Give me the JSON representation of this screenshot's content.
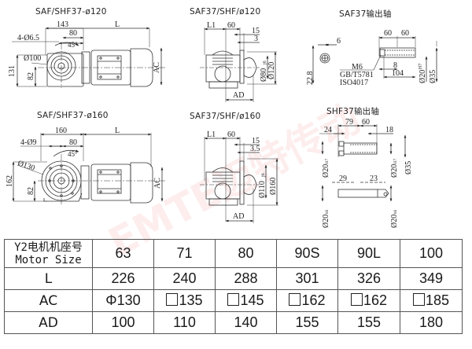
{
  "views": {
    "saf_shf37_120": {
      "title": "SAF/SHF37-ø120",
      "dims": {
        "w1": "143",
        "w2": "L",
        "bolt": "4-Ø6.5",
        "bolt_span": "80",
        "angle": "45°",
        "pcd": "Ø100",
        "h_total": "131",
        "h_axis": "82",
        "ac": "AC"
      }
    },
    "saf_shf37_160": {
      "title": "SAF/SHF37-ø160",
      "dims": {
        "w1": "160",
        "w2": "L",
        "bolt": "4-Ø9",
        "bolt_span": "80",
        "angle": "45°",
        "pcd": "Ø130",
        "h_total": "162",
        "h_axis": "82",
        "ac": "AC"
      }
    },
    "saf37_shf_120": {
      "title": "SAF37/SHF/ø120",
      "dims": {
        "l1": "L1",
        "d60": "60",
        "d15": "15",
        "d3": "3",
        "spigot": "Ø80",
        "spigot_tol": "j6",
        "flange": "Ø120",
        "ad": "AD"
      }
    },
    "saf37_shf_160": {
      "title": "SAF37/SHF/ø160",
      "dims": {
        "l1": "L1",
        "d60": "60",
        "d15": "15",
        "d35": "3.5",
        "spigot": "Ø110",
        "spigot_tol": "j6",
        "flange": "Ø160",
        "ad": "AD"
      }
    },
    "saf37_shaft": {
      "title": "SAF37输出轴",
      "dims": {
        "key": "6",
        "height": "22.8",
        "thread": "M6",
        "std1": "GB/T5781",
        "std2": "ISO4017",
        "a60": "60",
        "b60": "60",
        "d8": "8",
        "d104": "104",
        "bore": "Ø20",
        "bore_tol": "H7",
        "outer": "Ø35"
      }
    },
    "shf37_shaft": {
      "title": "SHF37输出轴",
      "dims": {
        "d79": "79",
        "d60": "60",
        "d24": "24",
        "d18": "18",
        "bore_l": "Ø20",
        "bore_l_tol": "H7",
        "bore_r": "Ø20",
        "bore_r_tol": "H7",
        "outer": "Ø35",
        "d29": "29",
        "d23": "23",
        "shaft_l": "Ø20",
        "shaft_l_tol": "h6",
        "shaft_r": "Ø20",
        "shaft_r_tol": "h6"
      }
    }
  },
  "watermark": "EMTE迈特传动",
  "table": {
    "header_cn": "Y2电机机座号",
    "header_en": "Motor Size",
    "columns": [
      "63",
      "71",
      "80",
      "90S",
      "90L",
      "100"
    ],
    "rows": [
      {
        "label": "L",
        "values": [
          "226",
          "240",
          "288",
          "301",
          "326",
          "349"
        ]
      },
      {
        "label": "AC",
        "values": [
          "Φ130",
          "135",
          "145",
          "162",
          "162",
          "185"
        ],
        "shapes": [
          "round",
          "square",
          "square",
          "square",
          "square",
          "square"
        ]
      },
      {
        "label": "AD",
        "values": [
          "100",
          "110",
          "140",
          "155",
          "155",
          "180"
        ]
      }
    ]
  }
}
